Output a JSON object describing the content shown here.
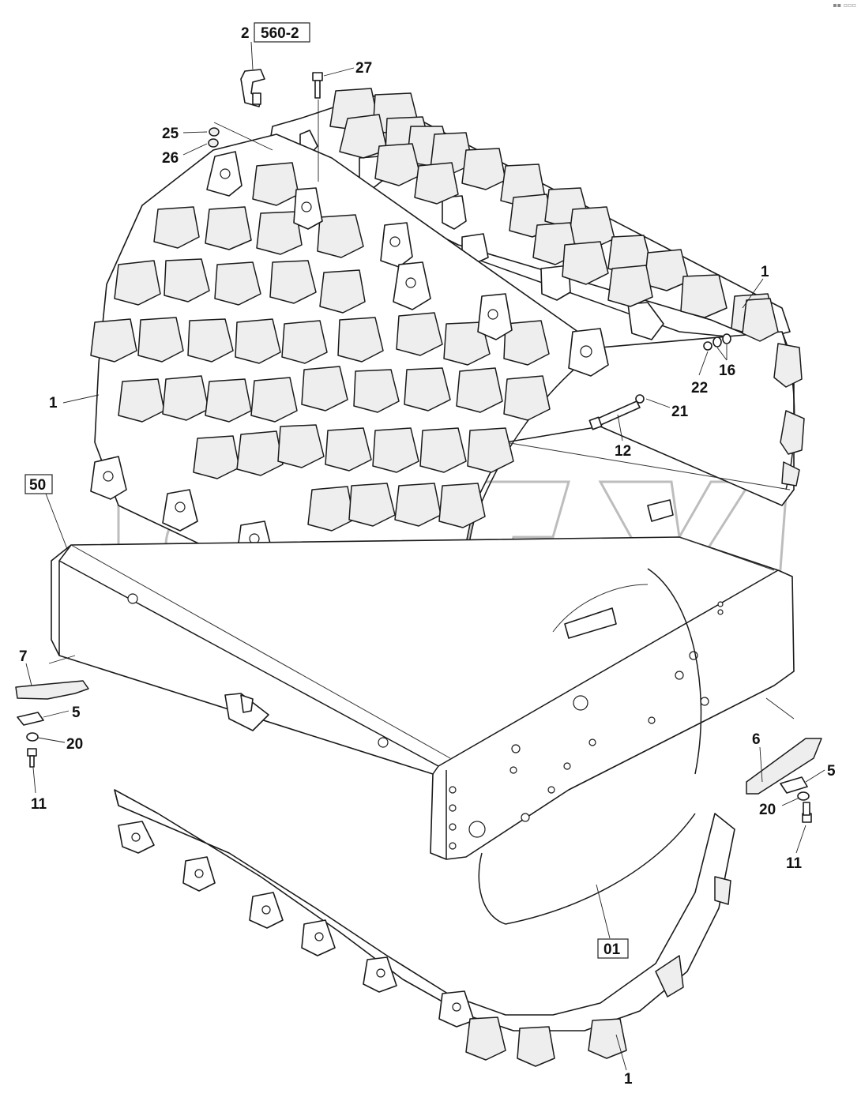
{
  "callouts": {
    "c2": "2",
    "c560_2": "560-2",
    "c27": "27",
    "c25": "25",
    "c26": "26",
    "c1_top": "1",
    "c1_left": "1",
    "c1_bottom": "1",
    "c16": "16",
    "c22": "22",
    "c21": "21",
    "c12": "12",
    "c50": "50",
    "c7": "7",
    "c5_left": "5",
    "c20_left": "20",
    "c11_left": "11",
    "c6": "6",
    "c5_right": "5",
    "c20_right": "20",
    "c11_right": "11",
    "c01": "01"
  },
  "corner_mark": "▪▪ ▫▫▫",
  "watermark_text": "OPEX"
}
